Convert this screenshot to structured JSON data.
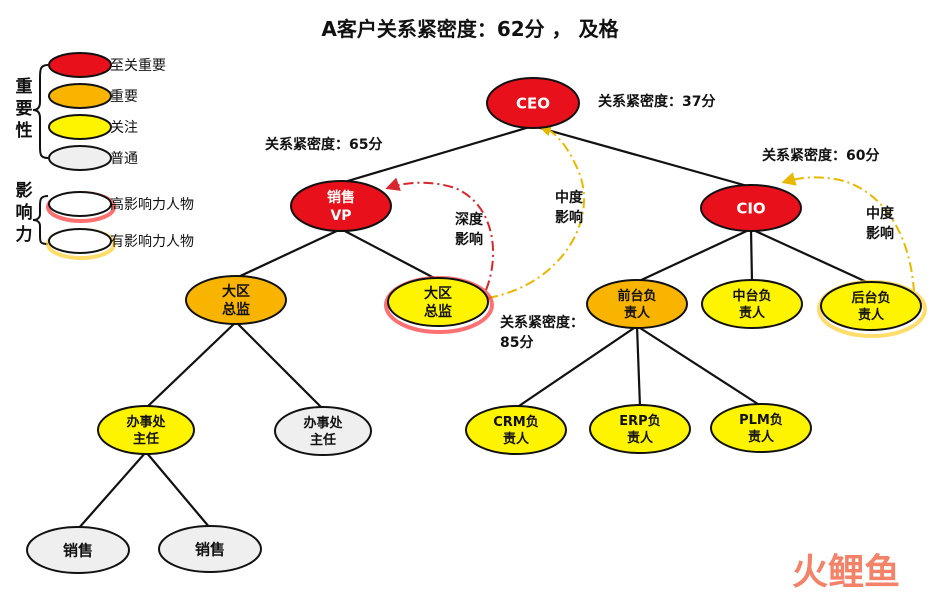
{
  "title": "A客户关系紧密度：62分 ， 及格",
  "colors": {
    "red": "#E8101A",
    "orange": "#F9B400",
    "yellow": "#FFF400",
    "gray": "#EFEFEF",
    "red_glow": "#FF4040",
    "yellow_glow": "#FFD23A",
    "dash_red": "#D8262E",
    "dash_yellow": "#E8B800",
    "watermark": "#F26D4E"
  },
  "legend": {
    "importance_label": "重要性",
    "importance_items": [
      "至关重要",
      "重要",
      "关注",
      "普通"
    ],
    "influence_label": "影响力",
    "influence_items": [
      "高影响力人物",
      "有影响力人物"
    ]
  },
  "nodes": {
    "ceo": {
      "label": "CEO",
      "level": "critical"
    },
    "sales_vp": {
      "label": "销售\nVP",
      "level": "critical"
    },
    "cio": {
      "label": "CIO",
      "level": "critical"
    },
    "region_director_1": {
      "label": "大区\n总监",
      "level": "important"
    },
    "region_director_2": {
      "label": "大区\n总监",
      "level": "attention",
      "influence": "high"
    },
    "front_office_lead": {
      "label": "前台负\n责人",
      "level": "important"
    },
    "middle_office_lead": {
      "label": "中台负\n责人",
      "level": "attention"
    },
    "back_office_lead": {
      "label": "后台负\n责人",
      "level": "attention",
      "influence": "medium"
    },
    "office_director_1": {
      "label": "办事处\n主任",
      "level": "attention"
    },
    "office_director_2": {
      "label": "办事处\n主任",
      "level": "normal"
    },
    "crm_lead": {
      "label": "CRM负\n责人",
      "level": "attention"
    },
    "erp_lead": {
      "label": "ERP负\n责人",
      "level": "attention"
    },
    "plm_lead": {
      "label": "PLM负\n责人",
      "level": "attention"
    },
    "sales_1": {
      "label": "销售",
      "level": "normal"
    },
    "sales_2": {
      "label": "销售",
      "level": "normal"
    }
  },
  "annotations": {
    "ceo_closeness": "关系紧密度：37分",
    "vp_closeness": "关系紧密度：65分",
    "cio_closeness": "关系紧密度：60分",
    "rd2_closeness_line1": "关系紧密度：",
    "rd2_closeness_line2": "85分",
    "deep_influence": "深度\n影响",
    "mid_influence_ceo": "中度\n影响",
    "mid_influence_cio": "中度\n影响"
  },
  "watermark": "火鲤鱼"
}
